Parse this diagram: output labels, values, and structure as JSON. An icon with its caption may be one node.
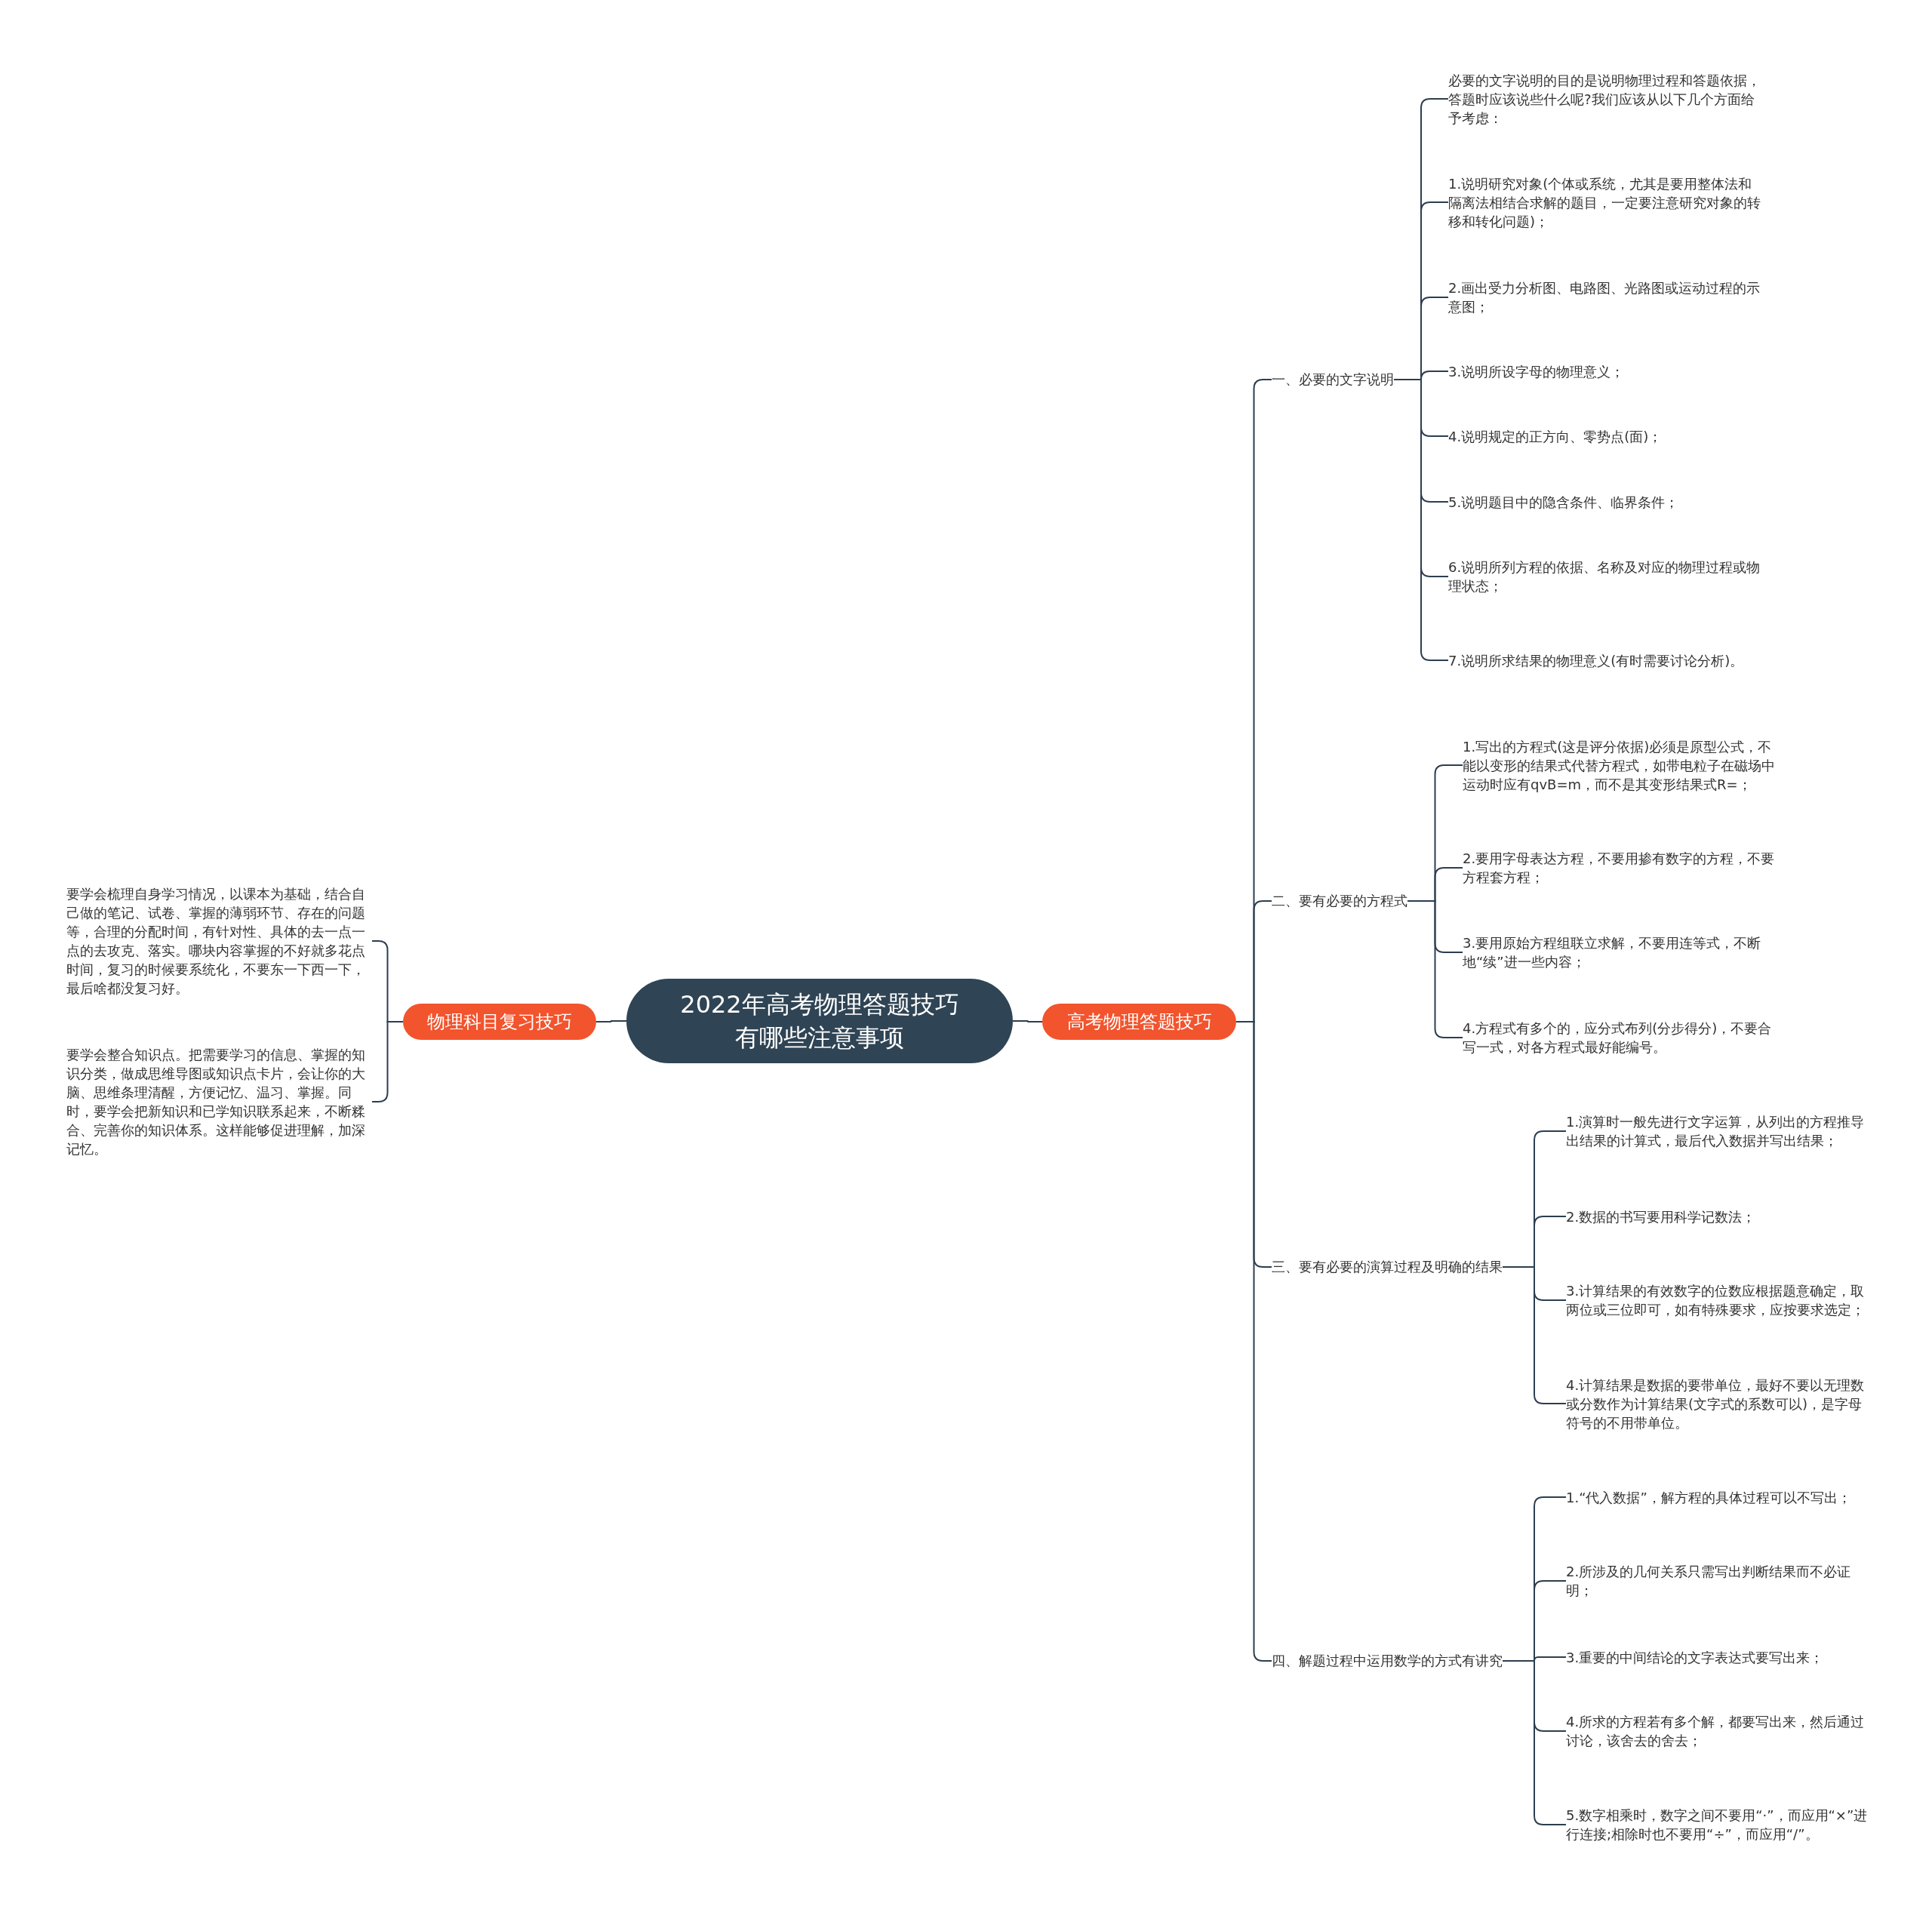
{
  "diagram": {
    "nodes": [
      {
        "text": [
          "2022年高考物理答题技巧有哪些注意事项"
        ]
      },
      {
        "text": [
          "物理科目复习技巧"
        ]
      },
      {
        "text": [
          "要学会梳理自身学习情况，以课本为基础，结合自己做的笔记、试卷、掌握的薄弱环节、存在的问题等，合理的分配时间，有针对性、具体的去一点一点的去攻克、落实。哪块内容掌握的不好就多花点时间，复习的时候要系统化，不要东一下西一下，最后啥都没复习好。"
        ]
      },
      {
        "text": [
          "要学会整合知识点。把需要学习的信息、掌握的知识分类，做成思维导图或知识点卡片，会让你的大脑、思维条理清醒，方便记忆、温习、掌握。同时，要学会把新知识和已学知识联系起来，不断糅合、完善你的知识体系。这样能够促进理解，加深记忆。"
        ]
      },
      {
        "text": [
          "高考物理答题技巧"
        ]
      },
      {
        "text": [
          "一、必要的文字说明"
        ]
      },
      {
        "text": [
          "必要的文字说明的目的是说明物理过程和答题依据，答题时应该说些什么呢?我们应该从以下几个方面给予考虑："
        ]
      },
      {
        "text": [
          "1.说明研究对象(个体或系统，尤其是要用整体法和隔离法相结合求解的题目，一定要注意研究对象的转移和转化问题)；"
        ]
      },
      {
        "text": [
          "2.画出受力分析图、电路图、光路图或运动过程的示意图；"
        ]
      },
      {
        "text": [
          "3.说明所设字母的物理意义；"
        ]
      },
      {
        "text": [
          "4.说明规定的正方向、零势点(面)；"
        ]
      },
      {
        "text": [
          "5.说明题目中的隐含条件、临界条件；"
        ]
      },
      {
        "text": [
          "6.说明所列方程的依据、名称及对应的物理过程或物理状态；"
        ]
      },
      {
        "text": [
          "7.说明所求结果的物理意义(有时需要讨论分析)。"
        ]
      },
      {
        "text": [
          "二、要有必要的方程式"
        ]
      },
      {
        "text": [
          "1.写出的方程式(这是评分依据)必须是原型公式，不能以变形的结果式代替方程式，如带电粒子在磁场中运动时应有qvB=m，而不是其变形结果式R=；"
        ]
      },
      {
        "text": [
          "2.要用字母表达方程，不要用掺有数字的方程，不要方程套方程；"
        ]
      },
      {
        "text": [
          "3.要用原始方程组联立求解，不要用连等式，不断地“续”进一些内容；"
        ]
      },
      {
        "text": [
          "4.方程式有多个的，应分式布列(分步得分)，不要合写一式，对各方程式最好能编号。"
        ]
      },
      {
        "text": [
          "三、要有必要的演算过程及明确的结果"
        ]
      },
      {
        "text": [
          "1.演算时一般先进行文字运算，从列出的方程推导出结果的计算式，最后代入数据并写出结果；"
        ]
      },
      {
        "text": [
          "2.数据的书写要用科学记数法；"
        ]
      },
      {
        "text": [
          "3.计算结果的有效数字的位数应根据题意确定，取两位或三位即可，如有特殊要求，应按要求选定；"
        ]
      },
      {
        "text": [
          "4.计算结果是数据的要带单位，最好不要以无理数或分数作为计算结果(文字式的系数可以)，是字母符号的不用带单位。"
        ]
      },
      {
        "text": [
          "四、解题过程中运用数学的方式有讲究"
        ]
      },
      {
        "text": [
          "1.“代入数据”，解方程的具体过程可以不写出；"
        ]
      },
      {
        "text": [
          "2.所涉及的几何关系只需写出判断结果而不必证明；"
        ]
      },
      {
        "text": [
          "3.重要的中间结论的文字表达式要写出来；"
        ]
      },
      {
        "text": [
          "4.所求的方程若有多个解，都要写出来，然后通过讨论，该舍去的舍去；"
        ]
      },
      {
        "text": [
          "5.数字相乘时，数字之间不要用“·”，而应用“×”进行连接;相除时也不要用“÷”，而应用“/”。"
        ]
      }
    ],
    "edges": [
      {
        "from": 0,
        "to": 1,
        "arrow": "none"
      },
      {
        "from": 1,
        "to": 2,
        "arrow": "none"
      },
      {
        "from": 1,
        "to": 3,
        "arrow": "none"
      },
      {
        "from": 0,
        "to": 4,
        "arrow": "none"
      },
      {
        "from": 4,
        "to": 5,
        "arrow": "none"
      },
      {
        "from": 5,
        "to": 6,
        "arrow": "none"
      },
      {
        "from": 5,
        "to": 7,
        "arrow": "none"
      },
      {
        "from": 5,
        "to": 8,
        "arrow": "none"
      },
      {
        "from": 5,
        "to": 9,
        "arrow": "none"
      },
      {
        "from": 5,
        "to": 10,
        "arrow": "none"
      },
      {
        "from": 5,
        "to": 11,
        "arrow": "none"
      },
      {
        "from": 5,
        "to": 12,
        "arrow": "none"
      },
      {
        "from": 5,
        "to": 13,
        "arrow": "none"
      },
      {
        "from": 4,
        "to": 14,
        "arrow": "none"
      },
      {
        "from": 14,
        "to": 15,
        "arrow": "none"
      },
      {
        "from": 14,
        "to": 16,
        "arrow": "none"
      },
      {
        "from": 14,
        "to": 17,
        "arrow": "none"
      },
      {
        "from": 14,
        "to": 18,
        "arrow": "none"
      },
      {
        "from": 4,
        "to": 19,
        "arrow": "none"
      },
      {
        "from": 19,
        "to": 20,
        "arrow": "none"
      },
      {
        "from": 19,
        "to": 21,
        "arrow": "none"
      },
      {
        "from": 19,
        "to": 22,
        "arrow": "none"
      },
      {
        "from": 19,
        "to": 23,
        "arrow": "none"
      },
      {
        "from": 4,
        "to": 24,
        "arrow": "none"
      },
      {
        "from": 24,
        "to": 25,
        "arrow": "none"
      },
      {
        "from": 24,
        "to": 26,
        "arrow": "none"
      },
      {
        "from": 24,
        "to": 27,
        "arrow": "none"
      },
      {
        "from": 24,
        "to": 28,
        "arrow": "none"
      },
      {
        "from": 24,
        "to": 29,
        "arrow": "none"
      }
    ]
  }
}
